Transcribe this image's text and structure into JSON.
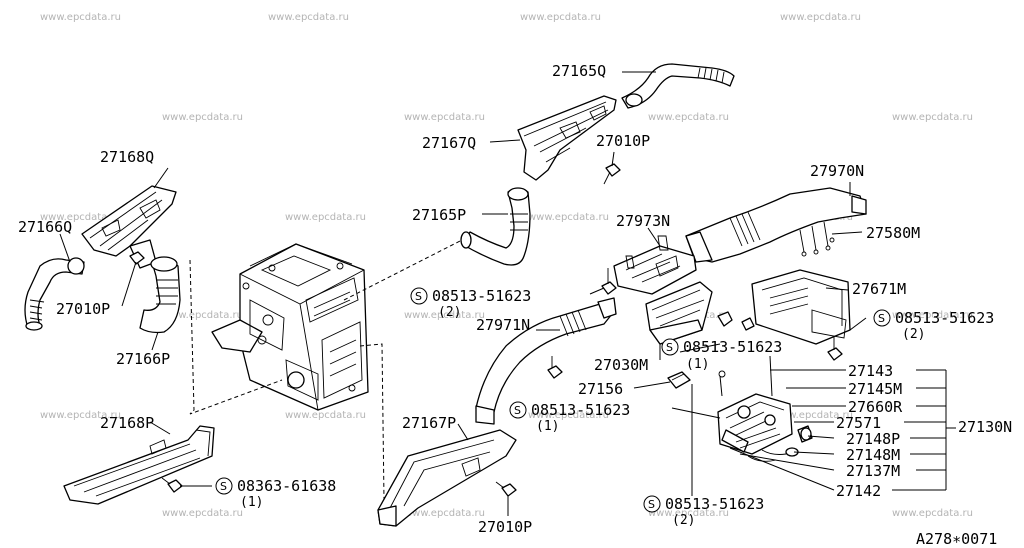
{
  "watermark": "www.epcdata.ru",
  "figure_code": "A278∗0071",
  "parts": {
    "p27165Q": "27165Q",
    "p27167Q": "27167Q",
    "p27010P_a": "27010P",
    "p27970N": "27970N",
    "p27168Q": "27168Q",
    "p27166Q": "27166Q",
    "p27165P": "27165P",
    "p27973N": "27973N",
    "p27580M": "27580M",
    "p27010P_b": "27010P",
    "p27671M": "27671M",
    "p27166P": "27166P",
    "p27971N": "27971N",
    "p27030M": "27030M",
    "p27156": "27156",
    "p27143": "27143",
    "p27145M": "27145M",
    "p27660R": "27660R",
    "p27571": "27571",
    "p27130N": "27130N",
    "p27148P": "27148P",
    "p27148M": "27148M",
    "p27137M": "27137M",
    "p27142": "27142",
    "p27168P": "27168P",
    "p27167P": "27167P",
    "p27010P_c": "27010P"
  },
  "screws": {
    "s1": {
      "num": "08513-51623",
      "qty": "(2)"
    },
    "s2": {
      "num": "08513-51623",
      "qty": "(2)"
    },
    "s3": {
      "num": "08513-51623",
      "qty": "(1)"
    },
    "s4": {
      "num": "08513-51623",
      "qty": "(1)"
    },
    "s5": {
      "num": "08363-61638",
      "qty": "(1)"
    },
    "s6": {
      "num": "08513-51623",
      "qty": "(2)"
    }
  },
  "screw_symbol": "S",
  "icons": [
    "heater-unit",
    "defroster-nozzle",
    "ventilator-duct",
    "screw",
    "clip",
    "control-assembly"
  ]
}
